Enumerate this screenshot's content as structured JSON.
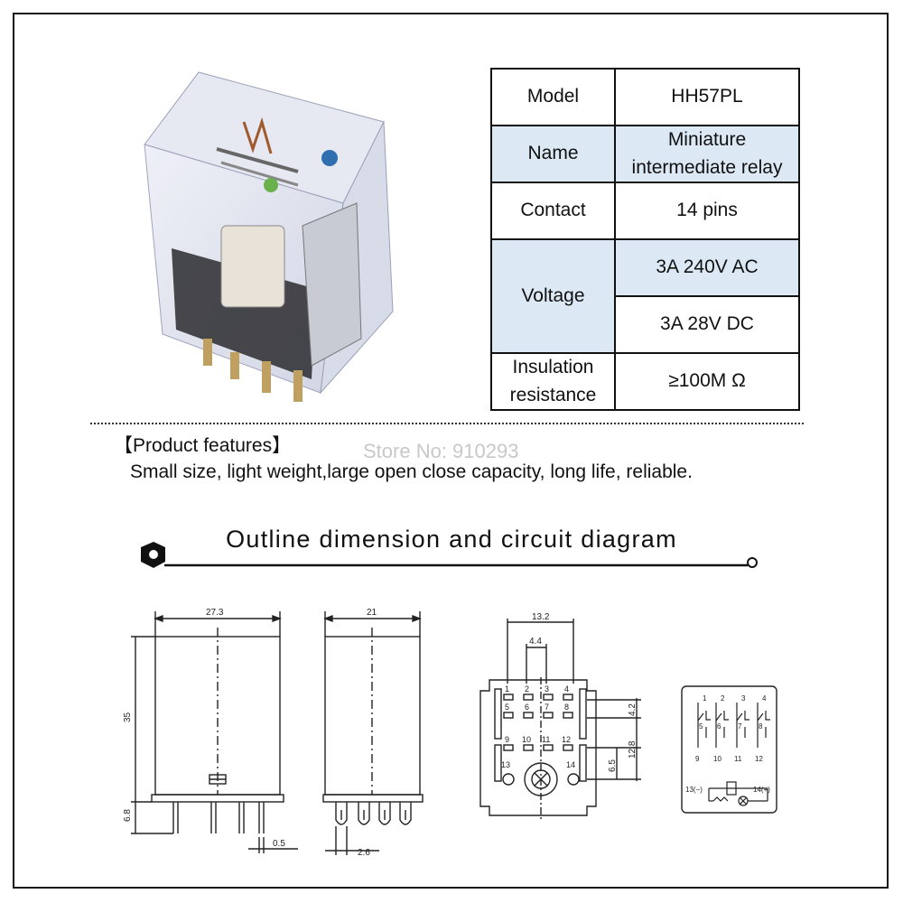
{
  "spec_table": {
    "model_label": "Model",
    "model_value": "HH57PL",
    "name_label": "Name",
    "name_value_line1": "Miniature",
    "name_value_line2": "intermediate relay",
    "contact_label": "Contact",
    "contact_value": "14 pins",
    "voltage_label": "Voltage",
    "voltage_ac": "3A 240V AC",
    "voltage_dc": "3A 28V DC",
    "insulation_label_line1": "Insulation",
    "insulation_label_line2": "resistance",
    "insulation_value": "≥100M Ω"
  },
  "features": {
    "title": "【Product features】",
    "store": "Store No: 910293",
    "text": "Small size, light weight,large open close capacity, long life, reliable."
  },
  "diagram": {
    "title": "Outline dimension and circuit diagram",
    "front_width": "27.3",
    "front_height": "35",
    "pin_length": "6.8",
    "pin_thickness": "0.5",
    "side_width": "21",
    "side_pin_width": "2.6",
    "base_width": "13.2",
    "base_pitch": "4.4",
    "base_row_pitch": "4.2",
    "base_row_span": "12.8",
    "base_bottom_offset": "6.5",
    "pin_numbers": [
      "1",
      "2",
      "3",
      "4",
      "5",
      "6",
      "7",
      "8",
      "9",
      "10",
      "11",
      "12",
      "13",
      "14"
    ],
    "coil_minus": "13(−)",
    "coil_plus": "14(+)"
  }
}
